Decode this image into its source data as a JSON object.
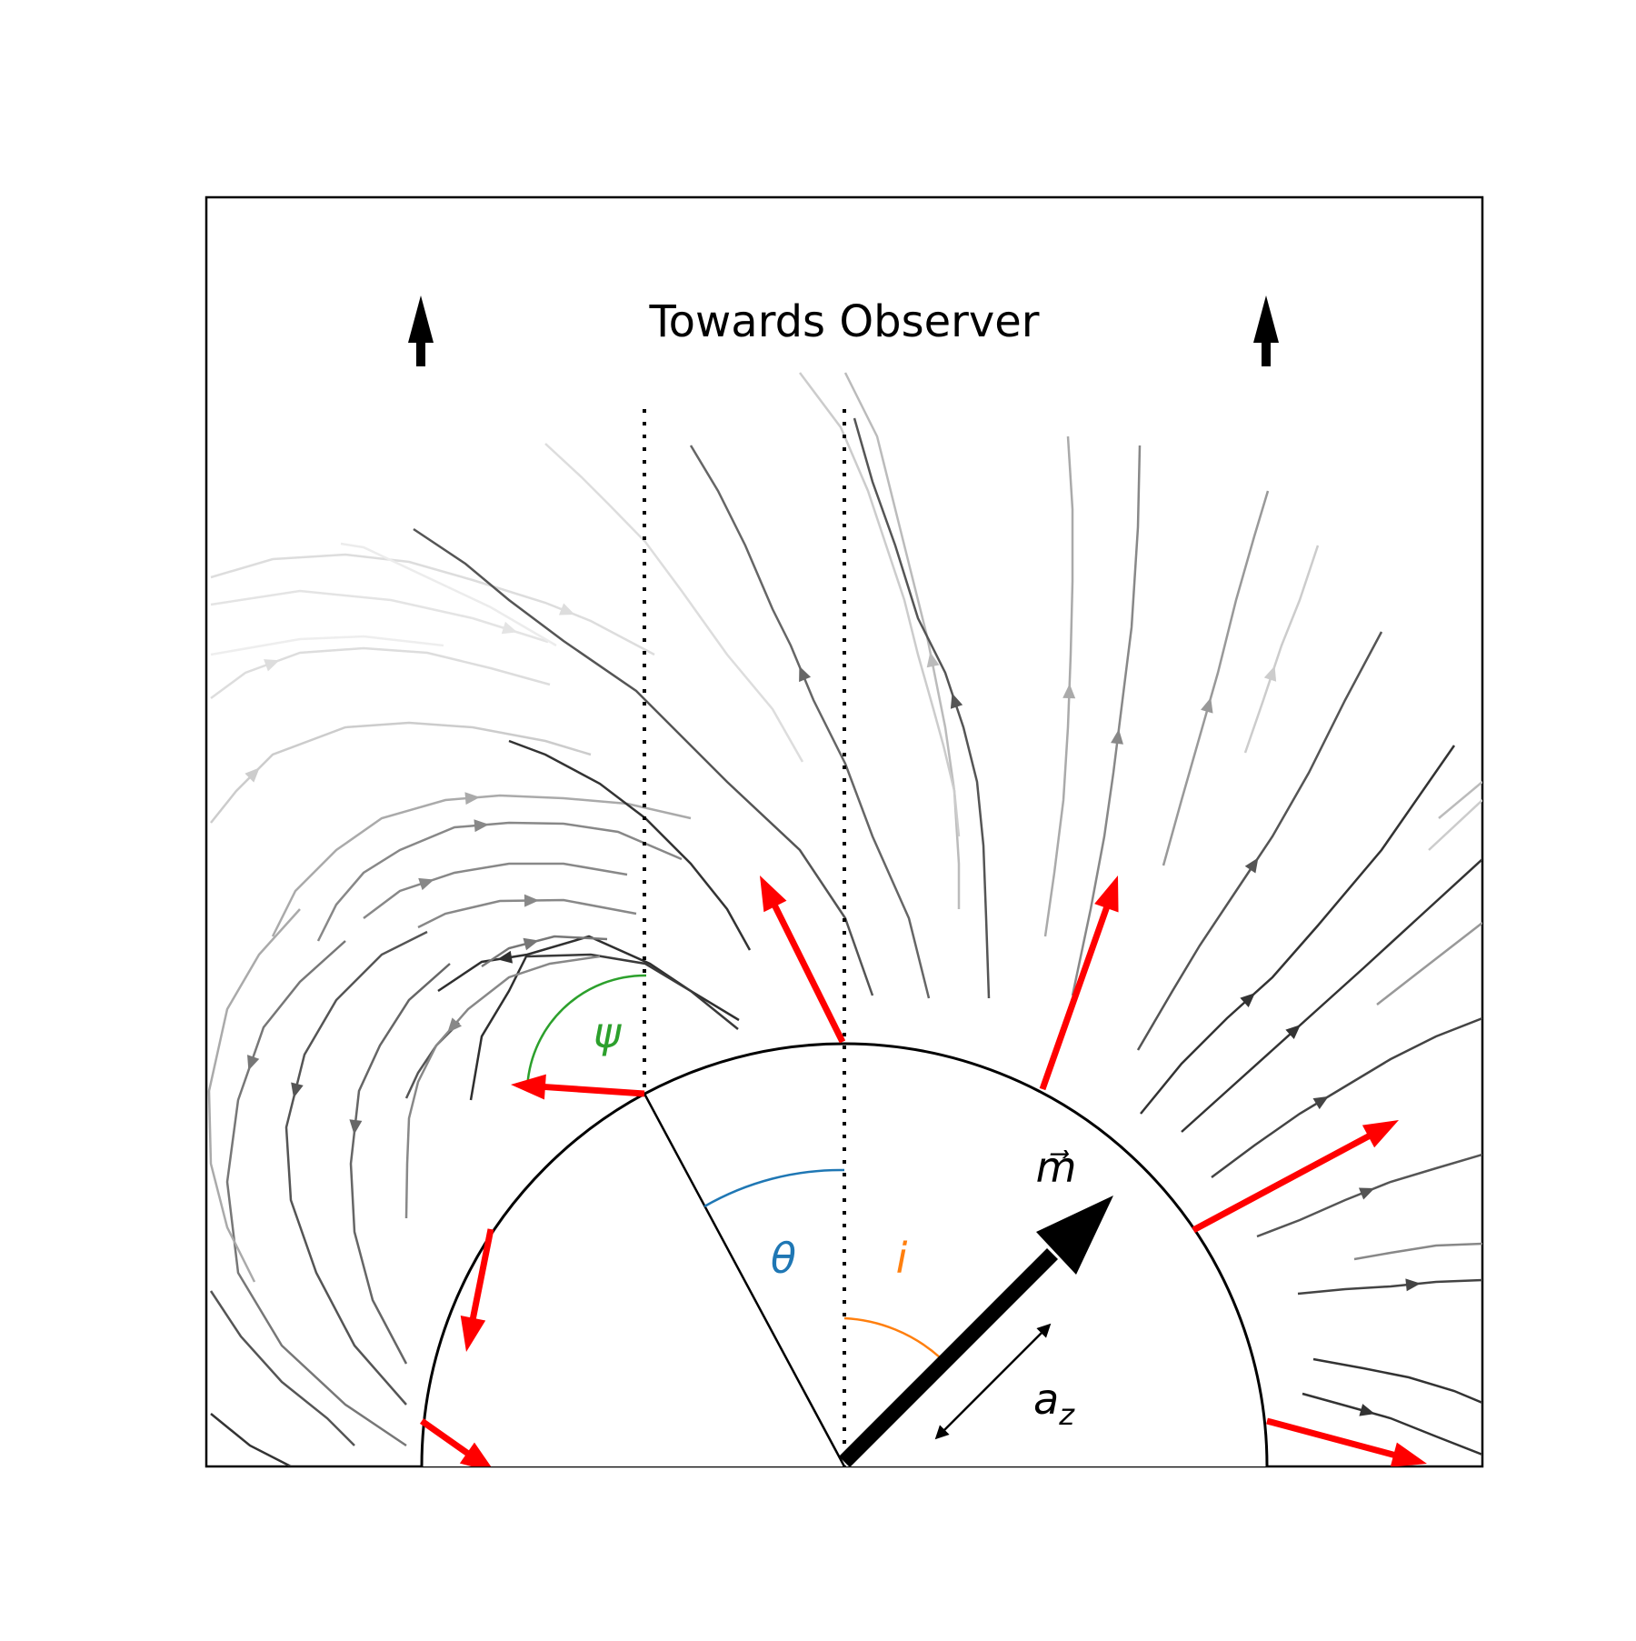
{
  "title": "Towards Observer",
  "labels": {
    "magnetic_moment": "m⃗",
    "theta": "θ",
    "inclination": "i",
    "psi": "ψ",
    "a_z_base": "a",
    "a_z_sub": "z"
  },
  "colors": {
    "theta": "#1f77b4",
    "inclination": "#ff7f0e",
    "psi": "#2ca02c",
    "polarization_arrows": "#ff0000",
    "frame": "#000000"
  },
  "elements": {
    "streamlines": "dipole magnetic field lines",
    "sphere": "neutron star surface (upper hemisphere)",
    "red_arrows": "polarization vectors",
    "dotted_lines": "line-of-sight direction"
  }
}
